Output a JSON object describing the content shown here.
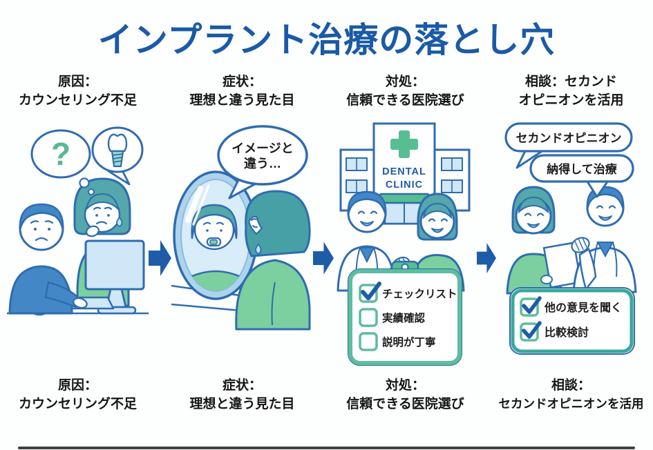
{
  "title": "インプラント治療の落とし穴",
  "colors": {
    "title_blue": "#1a5aa6",
    "arrow_blue": "#1e5ca8",
    "outline_blue": "#2e6cb0",
    "light_blue_fill": "#cfe7f7",
    "mirror_blue": "#aed3ee",
    "hair_blue": "#4387c7",
    "hair_teal": "#54a7aa",
    "clothes_green": "#7ccf9f",
    "accent_green": "#57bd92",
    "checkbox_green": "#5dbd9e",
    "check_blue": "#1d5ca8",
    "question_green": "#57b893",
    "text_black": "#1c1c1c"
  },
  "icons": {
    "question_mark": "?",
    "checkmark": "✓"
  },
  "steps": [
    {
      "key": "cause",
      "top_line1": "原因：",
      "top_line2": "カウンセリング不足",
      "bottom_line1": "原因：",
      "bottom_line2": "カウンセリング不足"
    },
    {
      "key": "symptom",
      "top_line1": "症状：",
      "top_line2": "理想と違う見た目",
      "bottom_line1": "症状：",
      "bottom_line2": "理想と違う見た目",
      "bubble_line1": "イメージと",
      "bubble_line2": "違う…"
    },
    {
      "key": "remedy",
      "top_line1": "対処：",
      "top_line2": "信頼できる医院選び",
      "bottom_line1": "対処：",
      "bottom_line2": "信頼できる医院選び",
      "clinic_sign_line1": "DENTAL",
      "clinic_sign_line2": "CLINIC",
      "checklist": [
        {
          "label": "チェックリスト",
          "checked": true
        },
        {
          "label": "実績確認",
          "checked": false
        },
        {
          "label": "説明が丁寧",
          "checked": false
        }
      ]
    },
    {
      "key": "consult",
      "top_line1": "相談：セカンド",
      "top_line2": "オピニオンを活用",
      "bottom_line1": "相談：",
      "bottom_line2": "セカンドオピニオンを活用",
      "bubble1": "セカンドオピニオン",
      "bubble2": "納得して治療",
      "checklist": [
        {
          "label": "他の意見を聞く",
          "checked": true
        },
        {
          "label": "比較検討",
          "checked": true
        }
      ]
    }
  ]
}
